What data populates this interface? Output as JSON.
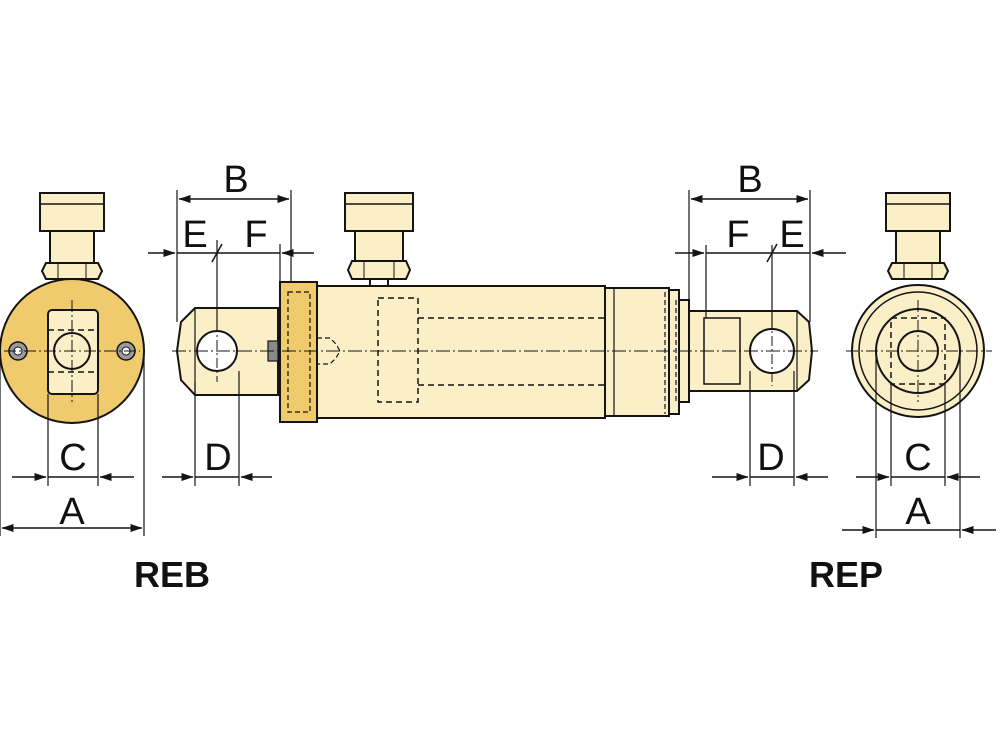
{
  "colors": {
    "body_fill": "#FBEFC8",
    "flange_fill": "#EFCB6E",
    "line": "#141414",
    "background": "#FFFFFF"
  },
  "labels": {
    "reb": "REB",
    "rep": "REP",
    "dim_a": "A",
    "dim_b": "B",
    "dim_c": "C",
    "dim_d": "D",
    "dim_e": "E",
    "dim_f": "F"
  }
}
